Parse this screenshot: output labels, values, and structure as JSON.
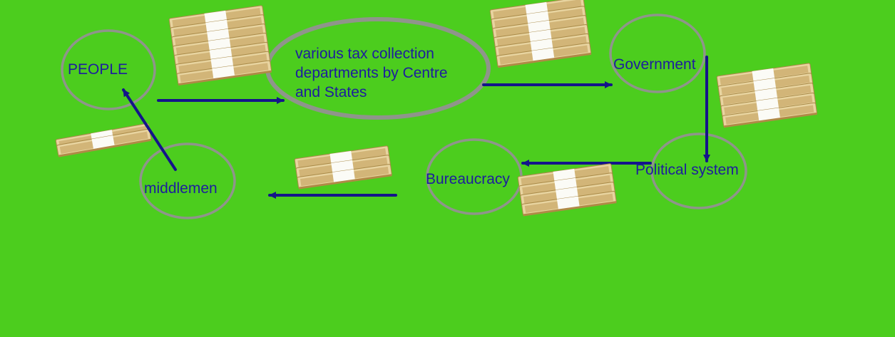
{
  "diagram": {
    "nodes": {
      "people": "PEOPLE",
      "tax_departments": [
        "various tax collection",
        "departments by Centre",
        "and States"
      ],
      "government": "Government",
      "political_system": "Political system",
      "bureaucracy": "Bureaucracy",
      "middlemen": "middlemen"
    },
    "edges": [
      {
        "from": "PEOPLE",
        "to": "various tax collection departments by Centre and States"
      },
      {
        "from": "various tax collection departments by Centre and States",
        "to": "Government"
      },
      {
        "from": "Government",
        "to": "Political system"
      },
      {
        "from": "Political system",
        "to": "Bureaucracy"
      },
      {
        "from": "Bureaucracy",
        "to": "middlemen"
      },
      {
        "from": "middlemen",
        "to": "PEOPLE"
      }
    ],
    "icons": [
      "money-stack-icon"
    ],
    "colors": {
      "background": "#4ccd1e",
      "text": "#1d1d9e",
      "arrow": "#14148a",
      "ring": "#8f958b"
    }
  }
}
